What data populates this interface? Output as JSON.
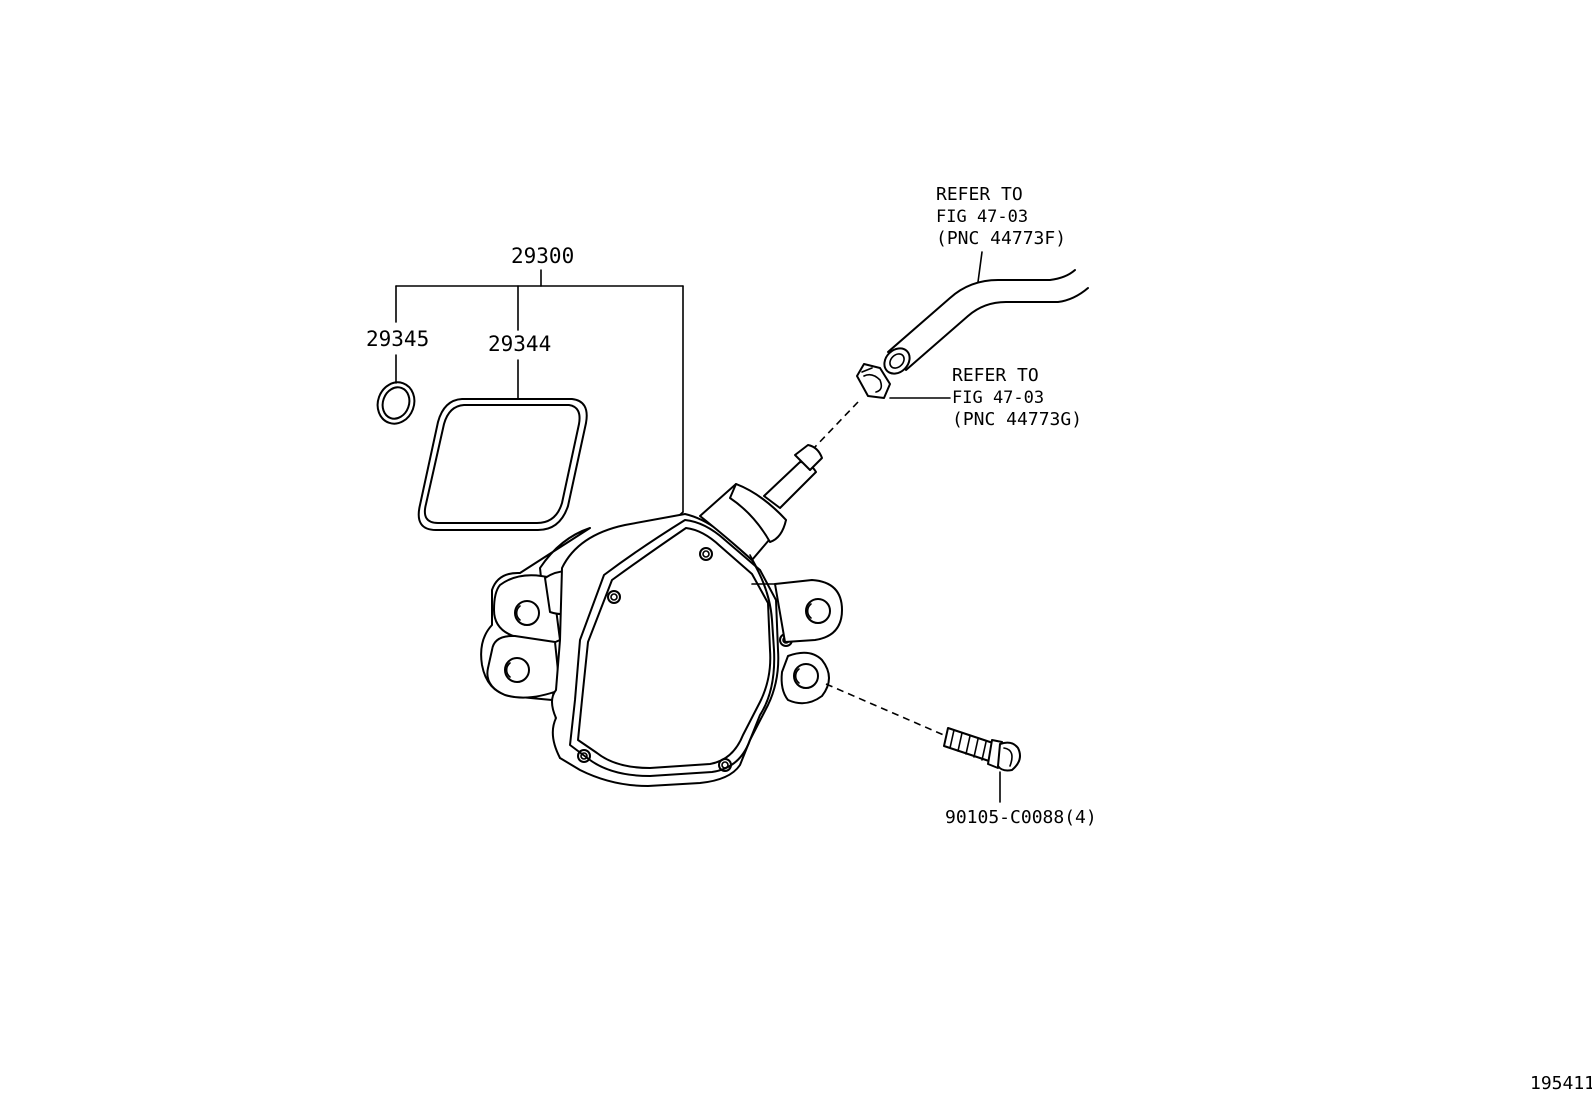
{
  "labels": {
    "assembly": "29300",
    "oring": "29345",
    "gasket": "29344",
    "bolt": "90105-C0088(4)",
    "hose_ref": [
      "REFER TO",
      "FIG 47-03",
      "(PNC 44773F)"
    ],
    "clamp_ref": [
      "REFER TO",
      "FIG 47-03",
      "(PNC 44773G)"
    ],
    "figure_number": "195411"
  }
}
